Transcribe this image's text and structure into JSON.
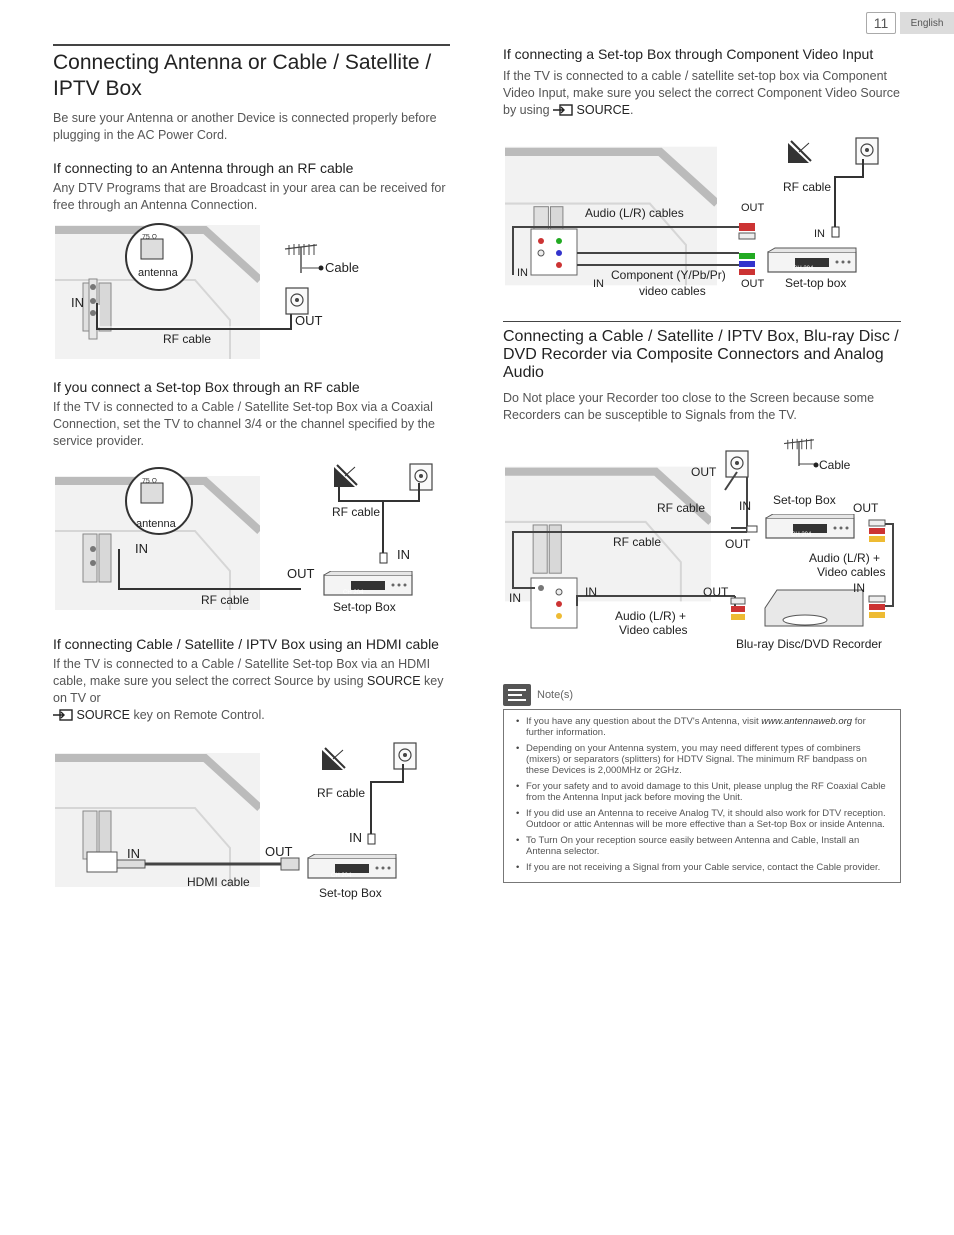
{
  "header": {
    "page_number": "11",
    "language": "English"
  },
  "left": {
    "main_title": "Connecting Antenna or Cable / Satellite / IPTV Box",
    "intro": "Be sure your Antenna or another Device is connected properly before plugging in the AC Power Cord.",
    "s1": {
      "title": "If connecting to an Antenna through an RF cable",
      "body": "Any DTV Programs that are Broadcast in your area can be received for free through an Antenna Connection.",
      "labels": {
        "in": "IN",
        "out": "OUT",
        "cable": "Cable",
        "rf_cable": "RF cable",
        "antenna": "antenna",
        "ohm": "75 Ω"
      }
    },
    "s2": {
      "title": "If you connect a Set-top Box through an RF cable",
      "body": "If the TV is connected to a Cable / Satellite Set-top Box via a Coaxial Connection, set the TV to channel 3/4 or the channel specified by the service provider.",
      "labels": {
        "in_tv": "IN",
        "in_box": "IN",
        "out": "OUT",
        "rf_cable_top": "RF cable",
        "rf_cable": "RF cable",
        "set_top_box": "Set-top Box",
        "antenna": "antenna",
        "ohm": "75 Ω",
        "display": "CH 204"
      }
    },
    "s3": {
      "title": "If connecting Cable / Satellite / IPTV Box using an HDMI cable",
      "body_1": "If the TV is connected to a Cable / Satellite Set-top Box via an HDMI cable, make sure you select the correct Source by using ",
      "source_key": "SOURCE",
      "body_2": " key on TV or ",
      "source_key_2": "SOURCE",
      "body_3": " key on Remote Control.",
      "labels": {
        "in_tv": "IN",
        "out": "OUT",
        "in_box": "IN",
        "rf_cable": "RF cable",
        "hdmi_cable": "HDMI cable",
        "set_top_box": "Set-top Box",
        "display": "CH 204"
      }
    }
  },
  "right": {
    "s4": {
      "title": "If connecting a Set-top Box through Component Video Input",
      "body_1": "If the TV is connected to a cable / satellite set-top box via Component Video Input, make sure you select the correct Component Video Source by using ",
      "source_key": "SOURCE",
      "body_2": ".",
      "labels": {
        "rf_cable": "RF cable",
        "audio_cables": "Audio (L/R) cables",
        "out_top": "OUT",
        "in_rf": "IN",
        "in_tv": "IN",
        "in_tv2": "IN",
        "component_1": "Component (Y/Pb/Pr)",
        "component_2": "video cables",
        "out_bottom": "OUT",
        "set_top_box": "Set-top box",
        "display": "CH 204"
      }
    },
    "s5": {
      "title": "Connecting a Cable / Satellite / IPTV Box, Blu-ray Disc / DVD Recorder via Composite Connectors and Analog Audio",
      "body": "Do Not place your Recorder too close to the Screen because some Recorders can be susceptible to Signals from the TV.",
      "labels": {
        "out_top": "OUT",
        "cable": "Cable",
        "set_top_box": "Set-top Box",
        "rf_cable_1": "RF cable",
        "in_box": "IN",
        "out_box": "OUT",
        "rf_cable_2": "RF cable",
        "out_mid": "OUT",
        "audio_video_1": "Audio (L/R) +",
        "audio_video_2": "Video cables",
        "in_rec": "IN",
        "in_tv": "IN",
        "in_tv2": "IN",
        "out_rec": "OUT",
        "av_bottom_1": "Audio (L/R) +",
        "av_bottom_2": "Video cables",
        "recorder": "Blu-ray Disc/DVD Recorder",
        "display": "CH 204"
      }
    },
    "notes": {
      "label": "Note(s)",
      "items": [
        {
          "pre": "If you have any question about the DTV's Antenna, visit ",
          "link": "www.antennaweb.org",
          "post": " for further information."
        },
        {
          "pre": "Depending on your Antenna system, you may need different types of combiners (mixers) or separators (splitters) for HDTV Signal. The minimum RF bandpass on these Devices is 2,000MHz or 2GHz.",
          "link": "",
          "post": ""
        },
        {
          "pre": "For your safety and to avoid damage to this Unit, please unplug the RF Coaxial Cable from the Antenna Input jack before moving the Unit.",
          "link": "",
          "post": ""
        },
        {
          "pre": "If you did use an Antenna to receive Analog TV, it should also work for DTV reception. Outdoor or attic Antennas will be more effective than a Set-top Box or inside Antenna.",
          "link": "",
          "post": ""
        },
        {
          "pre": "To Turn On your reception source easily between Antenna and Cable, Install an Antenna selector.",
          "link": "",
          "post": ""
        },
        {
          "pre": "If you are not receiving a Signal from your Cable service, contact the Cable provider.",
          "link": "",
          "post": ""
        }
      ]
    }
  }
}
